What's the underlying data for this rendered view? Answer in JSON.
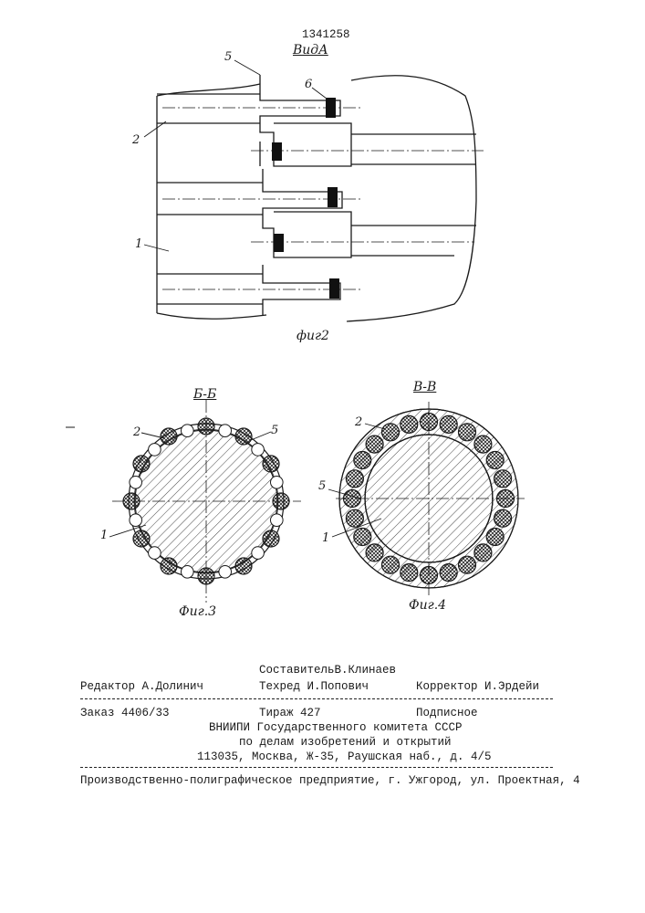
{
  "patent_number": "1341258",
  "fig2": {
    "view_label": "ВидА",
    "caption": "фиг2",
    "labels": {
      "p5": "5",
      "p6": "6",
      "p2": "2",
      "p1": "1"
    }
  },
  "fig3": {
    "section_label": "Б-Б",
    "caption": "Фиг.3",
    "labels": {
      "p2": "2",
      "p5": "5",
      "p1": "1"
    }
  },
  "fig4": {
    "section_label": "В-В",
    "caption": "Фиг.4",
    "labels": {
      "p2": "2",
      "p5": "5",
      "p1": "1"
    }
  },
  "footer": {
    "compiler": "СоставительВ.Клинаев",
    "editor": "Редактор А.Долинич",
    "techred": "Техред И.Попович",
    "corrector": "Корректор И.Эрдейи",
    "order": "Заказ 4406/33",
    "circulation": "Тираж 427",
    "subscription": "Подписное",
    "org_line1": "ВНИИПИ Государственного комитета СССР",
    "org_line2": "по делам изобретений и открытий",
    "address": "113035, Москва, Ж-35, Раушская наб., д. 4/5",
    "printer": "Производственно-полиграфическое предприятие, г. Ужгород, ул. Проектная, 4"
  }
}
